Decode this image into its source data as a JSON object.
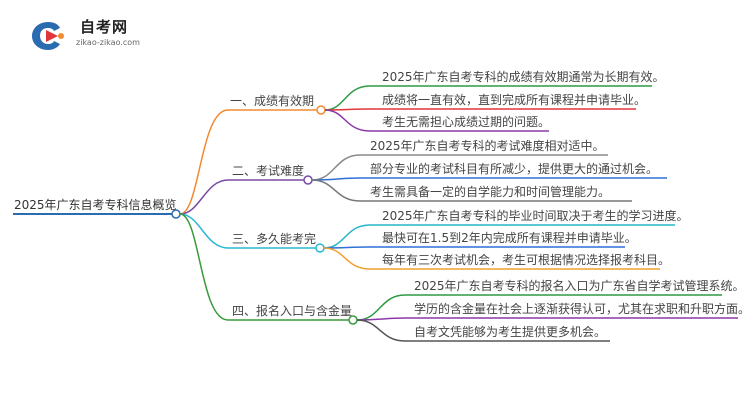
{
  "logo": {
    "title": "自考网",
    "url": "zikao-zikao.com"
  },
  "root": {
    "label": "2025年广东自考专科信息概览"
  },
  "colors": {
    "root": "#2b6cb0",
    "branch1": "#f28a30",
    "branch2": "#7b4aa0",
    "branch3": "#2ab7d6",
    "branch4": "#3a9a3a",
    "leaf_green": "#2e9a45",
    "leaf_red": "#e0373b",
    "leaf_purple": "#8a3aa8",
    "leaf_gray": "#8a8a8a",
    "leaf_blue": "#2f6fd8",
    "leaf_orange": "#f0a030",
    "leaf_cyan": "#27b6c9",
    "leaf_darkgray": "#555555"
  },
  "branches": [
    {
      "label": "一、成绩有效期",
      "leaves": [
        "2025年广东自考专科的成绩有效期通常为长期有效。",
        "成绩将一直有效，直到完成所有课程并申请毕业。",
        "考生无需担心成绩过期的问题。"
      ]
    },
    {
      "label": "二、考试难度",
      "leaves": [
        "2025年广东自考专科的考试难度相对适中。",
        "部分专业的考试科目有所减少，提供更大的通过机会。",
        "考生需具备一定的自学能力和时间管理能力。"
      ]
    },
    {
      "label": "三、多久能考完",
      "leaves": [
        "2025年广东自考专科的毕业时间取决于考生的学习进度。",
        "最快可在1.5到2年内完成所有课程并申请毕业。",
        "每年有三次考试机会，考生可根据情况选择报考科目。"
      ]
    },
    {
      "label": "四、报名入口与含金量",
      "leaves": [
        "2025年广东自考专科的报名入口为广东省自学考试管理系统。",
        "学历的含金量在社会上逐渐获得认可，尤其在求职和升职方面。",
        "自考文凭能够为考生提供更多机会。"
      ]
    }
  ]
}
